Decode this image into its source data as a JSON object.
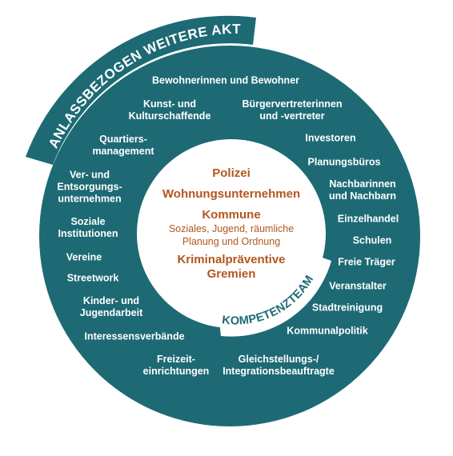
{
  "banner": {
    "outer_title": "ANLASSBEZOGEN WEITERE AKTEURE",
    "core_title": "KOMPETENZTEAM"
  },
  "colors": {
    "ring": "#1d6a74",
    "core_text": "#b2561d",
    "banner_text": "#1d6a74",
    "label_text": "#ffffff"
  },
  "core": {
    "line1": "Polizei",
    "line2": "Wohnungsunternehmen",
    "line3": "Kommune",
    "line3_sub1": "Soziales, Jugend, räumliche",
    "line3_sub2": "Planung und Ordnung",
    "line4a": "Kriminalpräventive",
    "line4b": "Gremien"
  },
  "actors": [
    {
      "l1": "Bewohnerinnen und Bewohner",
      "l2": ""
    },
    {
      "l1": "Kunst- und",
      "l2": "Kulturschaffende"
    },
    {
      "l1": "Bürgervertreterinnen",
      "l2": "und -vertreter"
    },
    {
      "l1": "Quartiers-",
      "l2": "management"
    },
    {
      "l1": "Investoren",
      "l2": ""
    },
    {
      "l1": "Ver- und",
      "l2": "Entsorgungs-",
      "l3": "unternehmen"
    },
    {
      "l1": "Planungsbüros",
      "l2": ""
    },
    {
      "l1": "Nachbarinnen",
      "l2": "und Nachbarn"
    },
    {
      "l1": "Soziale",
      "l2": "Institutionen"
    },
    {
      "l1": "Einzelhandel",
      "l2": ""
    },
    {
      "l1": "Vereine",
      "l2": ""
    },
    {
      "l1": "Schulen",
      "l2": ""
    },
    {
      "l1": "Streetwork",
      "l2": ""
    },
    {
      "l1": "Freie Träger",
      "l2": ""
    },
    {
      "l1": "Veranstalter",
      "l2": ""
    },
    {
      "l1": "Kinder- und",
      "l2": "Jugendarbeit"
    },
    {
      "l1": "Stadtreinigung",
      "l2": ""
    },
    {
      "l1": "Interessensverbände",
      "l2": ""
    },
    {
      "l1": "Kommunalpolitik",
      "l2": ""
    },
    {
      "l1": "Freizeit-",
      "l2": "einrichtungen"
    },
    {
      "l1": "Gleichstellungs-/",
      "l2": "Integrationsbeauftragte"
    }
  ]
}
